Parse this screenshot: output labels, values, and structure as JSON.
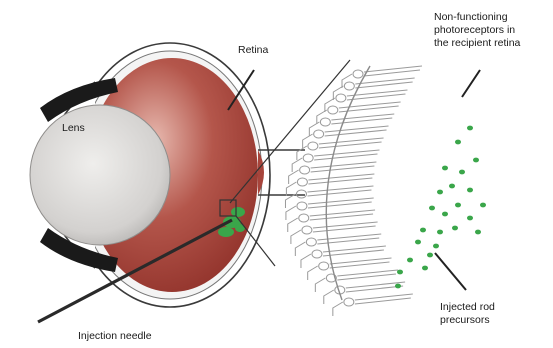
{
  "labels": {
    "lens": "Lens",
    "retina": "Retina",
    "injection_needle": "Injection needle",
    "non_functioning_photoreceptors": [
      "Non-functioning",
      "photoreceptors in",
      "the recipient retina"
    ],
    "injected_rod_precursors": [
      "Injected rod",
      "precursors"
    ]
  },
  "colors": {
    "retina_fill": "#a7443b",
    "retina_highlight": "#d99a8e",
    "lens_fill": "#d4d2d0",
    "lens_edge": "#9a9896",
    "cells": "#3aa64a",
    "outline": "#3a3a3a",
    "iris": "#1a1a1a"
  }
}
